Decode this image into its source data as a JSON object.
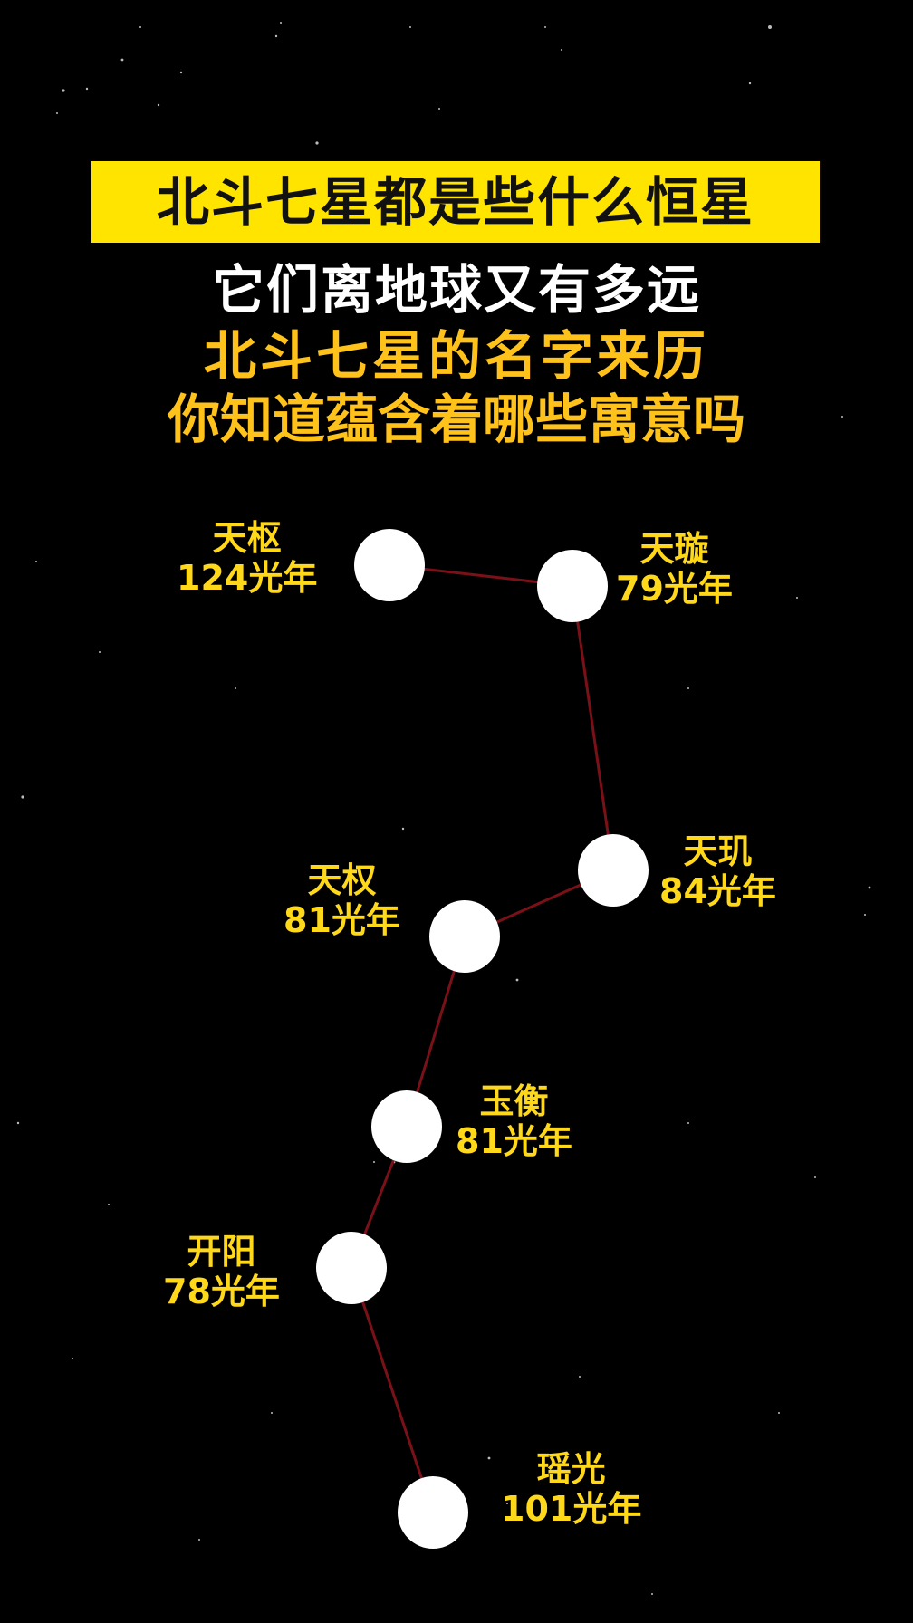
{
  "title_banner": {
    "text": "北斗七星都是些什么恒星",
    "background": "#ffe400",
    "text_color": "#111111"
  },
  "subtitle_lines": [
    {
      "text": "它们离地球又有多远",
      "color": "#ffffff"
    },
    {
      "text": "北斗七星的名字来历",
      "color": "#ffc21a"
    },
    {
      "text": "你知道蕴含着哪些寓意吗",
      "color": "#ffc21a"
    }
  ],
  "constellation": {
    "line_color": "#7a1018",
    "star_color": "#ffffff",
    "label_color": "#ffd81a",
    "stars": [
      {
        "name": "天枢",
        "distance": "124光年"
      },
      {
        "name": "天璇",
        "distance": "79光年"
      },
      {
        "name": "天玑",
        "distance": "84光年"
      },
      {
        "name": "天权",
        "distance": "81光年"
      },
      {
        "name": "玉衡",
        "distance": "81光年"
      },
      {
        "name": "开阳",
        "distance": "78光年"
      },
      {
        "name": "瑶光",
        "distance": "101光年"
      }
    ]
  }
}
